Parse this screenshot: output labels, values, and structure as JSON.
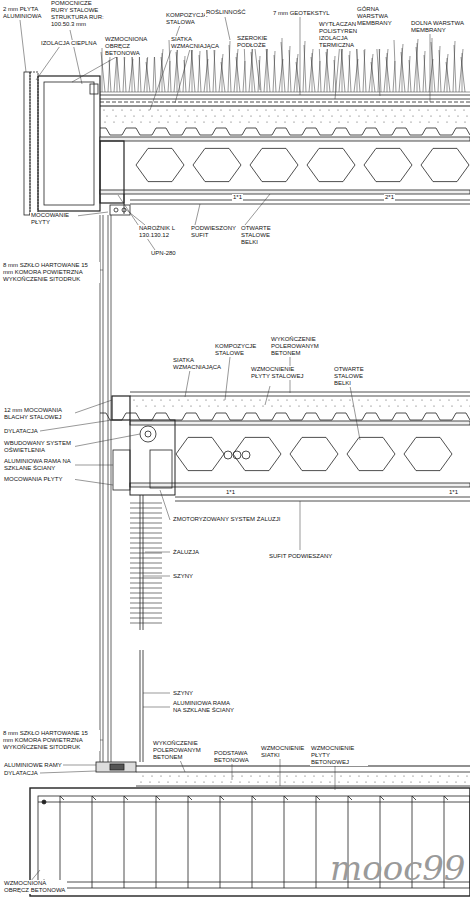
{
  "diagram": {
    "labels": [
      "2 mm PŁYTA ALUMINIOWA",
      "POMOCNICZE RURY STALOWE STRUKTURA RUR: 100.50.3 mm",
      "IZOLACJA CIEPLNA",
      "WZMOCNIONA OBRĘCZ BETONOWA",
      "KOMPOZYCJA STALOWA",
      "SIATKA WZMACNIAJĄCA",
      "ROŚLINNOŚĆ",
      "SZEROKIE PODŁOŻE",
      "7 mm GEOTEKSTYL",
      "WYTŁACZANY POLISTYREN IZOLACJA TERMICZNA",
      "GÓRNA WARSTWA MEMBRANY",
      "DOLNA WARSTWA MEMBRANY",
      "MOCOWANIE PŁYTY",
      "NAROŻNIK L 130.130.12",
      "PODWIESZONY SUFIT",
      "UPN-280",
      "OTWARTE STALOWE BELKI",
      "8 mm SZKŁO HARTOWANE 15 mm KOMORA POWIETRZNA WYKOŃCZENIE SITODRUK",
      "1*1",
      "2*1",
      "KOMPOZYCJE STALOWE",
      "WYKOŃCZENIE POLEROWANYM BETONEM",
      "SIATKA WZMACNIAJĄCA",
      "WZMOCNIENIE PŁYTY STALOWEJ",
      "OTWARTE STALOWE BELKI",
      "12 mm MOCOWANIA BLACHY STALOWEJ",
      "DYLATACJA",
      "WBUDOWANY SYSTEM OŚWIETLENIA",
      "ALUMINIOWA RAMA NA SZKLANE ŚCIANY",
      "MOCOWANIA PŁYTY",
      "ZMOTORYZOWANY SYSTEM ŻALUZJI",
      "ŻALUZJA",
      "SZYNY",
      "SUFIT PODWIESZANY",
      "1*1",
      "1*1",
      "SZYNY",
      "ALUMINIOWA RAMA NA SZKLANE ŚCIANY",
      "8 mm SZKŁO HARTOWANE 15 mm KOMORA POWIETRZNA WYKOŃCZENIE SITODRUK",
      "WYKOŃCZENIE POLEROWANYM BETONEM",
      "PODSTAWA BETONOWA",
      "WZMOCNIENIE SIATKI",
      "WZMOCNIENIE PŁYTY BETONOWEJ",
      "ALUMINIOWE RAMY",
      "DYLATACJA",
      "WZMOCNIONA OBRĘCZ BETONOWA",
      "mooc99"
    ]
  }
}
